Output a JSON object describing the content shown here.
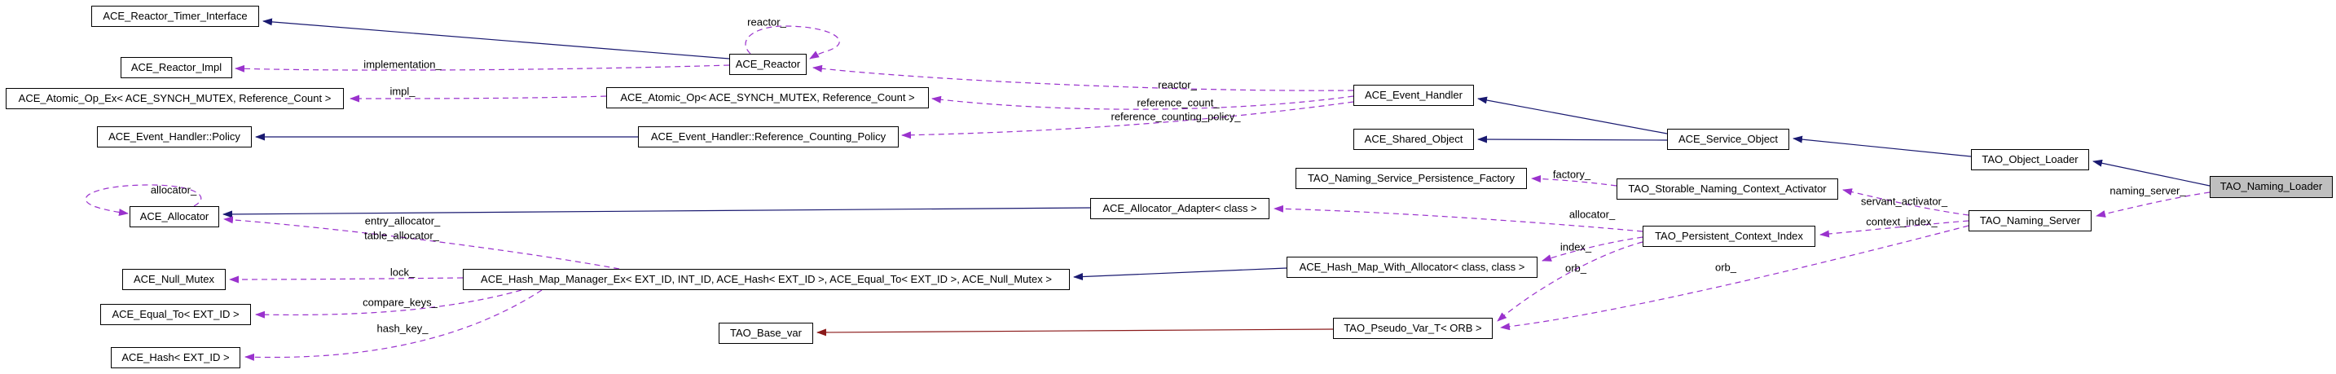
{
  "diagram": {
    "kind": "collaboration-graph",
    "focus_node": "tao_naming_loader",
    "colors": {
      "inheritance_public": "#191970",
      "inheritance_protected": "#8b1a1a",
      "usage": "#9a32cd",
      "node_fill": "#ffffff",
      "focus_node_fill": "#bfbfbf",
      "node_border": "#000000"
    },
    "nodes": [
      {
        "id": "ace_reactor_timer_interface",
        "label": "ACE_Reactor_Timer_Interface"
      },
      {
        "id": "ace_reactor_impl",
        "label": "ACE_Reactor_Impl"
      },
      {
        "id": "ace_atomic_op_ex",
        "label": "ACE_Atomic_Op_Ex< ACE_SYNCH_MUTEX, Reference_Count >"
      },
      {
        "id": "ace_event_handler_policy",
        "label": "ACE_Event_Handler::Policy"
      },
      {
        "id": "ace_allocator",
        "label": "ACE_Allocator"
      },
      {
        "id": "ace_null_mutex",
        "label": "ACE_Null_Mutex"
      },
      {
        "id": "ace_equal_to",
        "label": "ACE_Equal_To< EXT_ID >"
      },
      {
        "id": "ace_hash",
        "label": "ACE_Hash< EXT_ID >"
      },
      {
        "id": "ace_reactor",
        "label": "ACE_Reactor"
      },
      {
        "id": "ace_atomic_op",
        "label": "ACE_Atomic_Op< ACE_SYNCH_MUTEX, Reference_Count >"
      },
      {
        "id": "ace_event_handler_rcp",
        "label": "ACE_Event_Handler::Reference_Counting_Policy"
      },
      {
        "id": "ace_allocator_adapter",
        "label": "ACE_Allocator_Adapter< class >"
      },
      {
        "id": "ace_hash_map_manager_ex",
        "label": "ACE_Hash_Map_Manager_Ex< EXT_ID, INT_ID, ACE_Hash< EXT_ID >, ACE_Equal_To< EXT_ID >, ACE_Null_Mutex >"
      },
      {
        "id": "ace_hash_map_with_allocator",
        "label": "ACE_Hash_Map_With_Allocator< class, class >"
      },
      {
        "id": "tao_base_var",
        "label": "TAO_Base_var"
      },
      {
        "id": "tao_pseudo_var_t",
        "label": "TAO_Pseudo_Var_T< ORB >"
      },
      {
        "id": "ace_event_handler",
        "label": "ACE_Event_Handler"
      },
      {
        "id": "ace_shared_object",
        "label": "ACE_Shared_Object"
      },
      {
        "id": "ace_service_object",
        "label": "ACE_Service_Object"
      },
      {
        "id": "tao_naming_service_persistence_factory",
        "label": "TAO_Naming_Service_Persistence_Factory"
      },
      {
        "id": "tao_storable_naming_context_activator",
        "label": "TAO_Storable_Naming_Context_Activator"
      },
      {
        "id": "tao_persistent_context_index",
        "label": "TAO_Persistent_Context_Index"
      },
      {
        "id": "tao_object_loader",
        "label": "TAO_Object_Loader"
      },
      {
        "id": "tao_naming_loader",
        "label": "TAO_Naming_Loader"
      },
      {
        "id": "tao_naming_server",
        "label": "TAO_Naming_Server"
      }
    ],
    "edge_labels": [
      {
        "id": "reactor_self",
        "text": "reactor_"
      },
      {
        "id": "implementation",
        "text": "implementation_"
      },
      {
        "id": "impl",
        "text": "impl_"
      },
      {
        "id": "reactor",
        "text": "reactor_"
      },
      {
        "id": "reference_count",
        "text": "reference_count_"
      },
      {
        "id": "reference_counting_policy",
        "text": "reference_counting_policy_"
      },
      {
        "id": "allocator_self",
        "text": "allocator_"
      },
      {
        "id": "entry_allocator",
        "text": "entry_allocator_"
      },
      {
        "id": "table_allocator",
        "text": "table_allocator_"
      },
      {
        "id": "lock",
        "text": "lock_"
      },
      {
        "id": "compare_keys",
        "text": "compare_keys_"
      },
      {
        "id": "hash_key",
        "text": "hash_key_"
      },
      {
        "id": "factory",
        "text": "factory_"
      },
      {
        "id": "allocator",
        "text": "allocator_"
      },
      {
        "id": "servant_activator",
        "text": "servant_activator_"
      },
      {
        "id": "context_index",
        "text": "context_index_"
      },
      {
        "id": "index",
        "text": "index_"
      },
      {
        "id": "orb_pci",
        "text": "orb_"
      },
      {
        "id": "orb_server",
        "text": "orb_"
      },
      {
        "id": "naming_server",
        "text": "naming_server_"
      }
    ]
  }
}
